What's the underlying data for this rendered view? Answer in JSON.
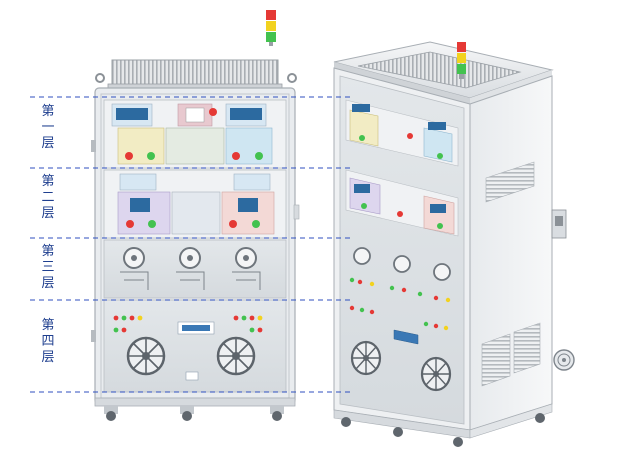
{
  "layers": [
    {
      "lines": "第\n一\n层"
    },
    {
      "lines": "第\n二\n层"
    },
    {
      "lines": "第\n三\n层"
    },
    {
      "lines": "第\n四\n层"
    }
  ],
  "colors": {
    "guide_line": "#2f4fbf",
    "label_text": "#1f3f8f",
    "cabinet_body": "#e9ecef",
    "frame": "#c9ced4",
    "panel_yellow": "#f2ecc4",
    "panel_blue": "#cfe6f2",
    "panel_purple": "#ddd6ee",
    "panel_pink": "#f3d9d6",
    "light_red": "#e53935",
    "light_yellow": "#f2d21f",
    "light_green": "#43c24f"
  },
  "icons": [
    "signal-tower-light-icon",
    "radial-handwheel-icon",
    "ventilation-grille-icon",
    "cooling-fan-icon",
    "caster-wheel-icon"
  ]
}
